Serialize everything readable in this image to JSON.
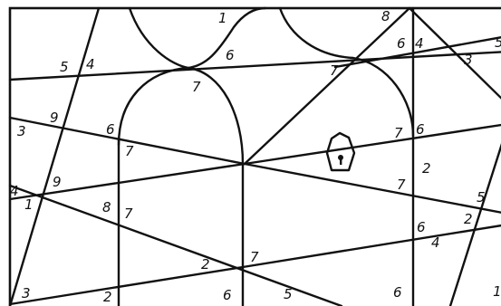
{
  "puzzle": {
    "numbers": [
      {
        "id": "n01",
        "text": "1"
      },
      {
        "id": "n02",
        "text": "8"
      },
      {
        "id": "n03",
        "text": "5"
      },
      {
        "id": "n04",
        "text": "4"
      },
      {
        "id": "n05",
        "text": "6"
      },
      {
        "id": "n06",
        "text": "6"
      },
      {
        "id": "n07",
        "text": "4"
      },
      {
        "id": "n08",
        "text": "7"
      },
      {
        "id": "n09",
        "text": "3"
      },
      {
        "id": "n10",
        "text": "5"
      },
      {
        "id": "n11",
        "text": "7"
      },
      {
        "id": "n12",
        "text": "9"
      },
      {
        "id": "n13",
        "text": "3"
      },
      {
        "id": "n14",
        "text": "6"
      },
      {
        "id": "n15",
        "text": "7"
      },
      {
        "id": "n16",
        "text": "7"
      },
      {
        "id": "n17",
        "text": "6"
      },
      {
        "id": "n18",
        "text": "2"
      },
      {
        "id": "n19",
        "text": "4"
      },
      {
        "id": "n20",
        "text": "9"
      },
      {
        "id": "n21",
        "text": "1"
      },
      {
        "id": "n22",
        "text": "7"
      },
      {
        "id": "n23",
        "text": "8"
      },
      {
        "id": "n24",
        "text": "7"
      },
      {
        "id": "n25",
        "text": "5"
      },
      {
        "id": "n26",
        "text": "2"
      },
      {
        "id": "n27",
        "text": "6"
      },
      {
        "id": "n28",
        "text": "4"
      },
      {
        "id": "n29",
        "text": "7"
      },
      {
        "id": "n30",
        "text": "2"
      },
      {
        "id": "n31",
        "text": "3"
      },
      {
        "id": "n32",
        "text": "2"
      },
      {
        "id": "n33",
        "text": "6"
      },
      {
        "id": "n34",
        "text": "5"
      },
      {
        "id": "n35",
        "text": "6"
      },
      {
        "id": "n36",
        "text": "1"
      }
    ]
  }
}
